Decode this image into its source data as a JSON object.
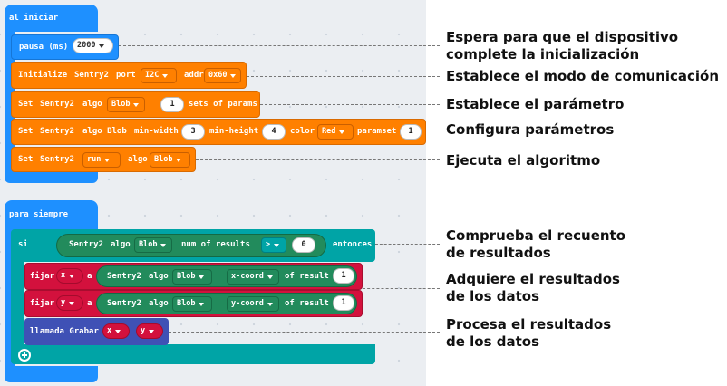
{
  "on_start": {
    "label": "al iniciar",
    "pause": {
      "label": "pausa (ms)",
      "value": "2000"
    },
    "init": {
      "label": "Initialize",
      "sensor": "Sentry2",
      "port_label": "port",
      "port": "I2C",
      "addr_label": "addr",
      "addr": "0x60"
    },
    "set_params": {
      "set": "Set",
      "sensor": "Sentry2",
      "algo_label": "algo",
      "algo": "Blob",
      "count": "1",
      "suffix": "sets of params"
    },
    "config": {
      "set": "Set",
      "sensor": "Sentry2",
      "algo_label": "algo Blob",
      "minw_label": "min-width",
      "minw": "3",
      "minh_label": "min-height",
      "minh": "4",
      "color_label": "color",
      "color": "Red",
      "paramset_label": "paramset",
      "paramset": "1"
    },
    "run": {
      "set": "Set",
      "sensor": "Sentry2",
      "action": "run",
      "algo_label": "algo",
      "algo": "Blob"
    }
  },
  "forever": {
    "label": "para siempre",
    "if": {
      "si": "si",
      "sensor": "Sentry2",
      "algo_label": "algo",
      "algo": "Blob",
      "num_label": "num of results",
      "op": ">",
      "value": "0",
      "then": "entonces"
    },
    "set_x": {
      "fijar": "fijar",
      "var": "x",
      "a": "a",
      "sensor": "Sentry2",
      "algo_label": "algo",
      "algo": "Blob",
      "coord": "x-coord",
      "of": "of result",
      "idx": "1"
    },
    "set_y": {
      "fijar": "fijar",
      "var": "y",
      "a": "a",
      "sensor": "Sentry2",
      "algo_label": "algo",
      "algo": "Blob",
      "coord": "y-coord",
      "of": "of result",
      "idx": "1"
    },
    "call": {
      "label": "llamada Grabar",
      "arg1": "x",
      "arg2": "y"
    }
  },
  "annotations": {
    "a1": "Espera para que el dispositivo\ncomplete la inicialización",
    "a2": "Establece el modo de comunicación",
    "a3": "Establece el parámetro",
    "a4": "Configura parámetros",
    "a5": "Ejecuta el algoritmo",
    "a6": "Comprueba el recuento\nde resultados",
    "a7": "Adquiere el resultados\nde los datos",
    "a8": "Procesa el resultados\nde los datos"
  },
  "colors": {
    "event": "#1e90ff",
    "sentry": "#ff8000",
    "logic": "#00a4a6",
    "variables": "#d3113d",
    "sensor_value": "#228b5c",
    "functions": "#3f51b5"
  },
  "icons": {
    "add": "plus-circle-icon",
    "dropdown": "caret-down-icon"
  }
}
